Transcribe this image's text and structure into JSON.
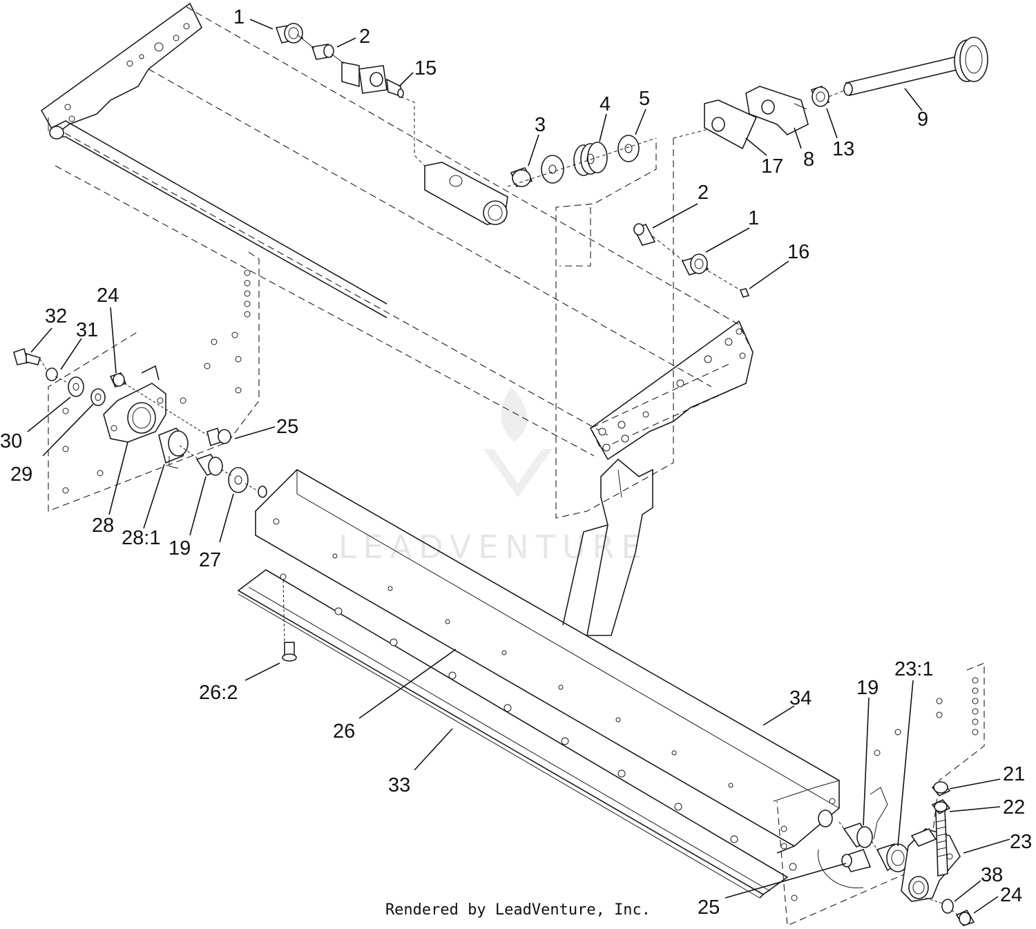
{
  "diagram": {
    "callouts": [
      {
        "id": "c1a",
        "label": "1"
      },
      {
        "id": "c2a",
        "label": "2"
      },
      {
        "id": "c15",
        "label": "15"
      },
      {
        "id": "c3",
        "label": "3"
      },
      {
        "id": "c4",
        "label": "4"
      },
      {
        "id": "c5",
        "label": "5"
      },
      {
        "id": "c9",
        "label": "9"
      },
      {
        "id": "c13",
        "label": "13"
      },
      {
        "id": "c8",
        "label": "8"
      },
      {
        "id": "c17",
        "label": "17"
      },
      {
        "id": "c2b",
        "label": "2"
      },
      {
        "id": "c1b",
        "label": "1"
      },
      {
        "id": "c16",
        "label": "16"
      },
      {
        "id": "c24a",
        "label": "24"
      },
      {
        "id": "c32",
        "label": "32"
      },
      {
        "id": "c31",
        "label": "31"
      },
      {
        "id": "c30",
        "label": "30"
      },
      {
        "id": "c29",
        "label": "29"
      },
      {
        "id": "c25a",
        "label": "25"
      },
      {
        "id": "c28",
        "label": "28"
      },
      {
        "id": "c28_1",
        "label": "28:1"
      },
      {
        "id": "c19a",
        "label": "19"
      },
      {
        "id": "c27",
        "label": "27"
      },
      {
        "id": "c26_2",
        "label": "26:2"
      },
      {
        "id": "c26",
        "label": "26"
      },
      {
        "id": "c33",
        "label": "33"
      },
      {
        "id": "c34",
        "label": "34"
      },
      {
        "id": "c19b",
        "label": "19"
      },
      {
        "id": "c23_1",
        "label": "23:1"
      },
      {
        "id": "c21",
        "label": "21"
      },
      {
        "id": "c22",
        "label": "22"
      },
      {
        "id": "c23",
        "label": "23"
      },
      {
        "id": "c38",
        "label": "38"
      },
      {
        "id": "c24b",
        "label": "24"
      },
      {
        "id": "c25b",
        "label": "25"
      }
    ],
    "watermark": "LEADVENTURE",
    "footer": "Rendered by LeadVenture, Inc."
  }
}
